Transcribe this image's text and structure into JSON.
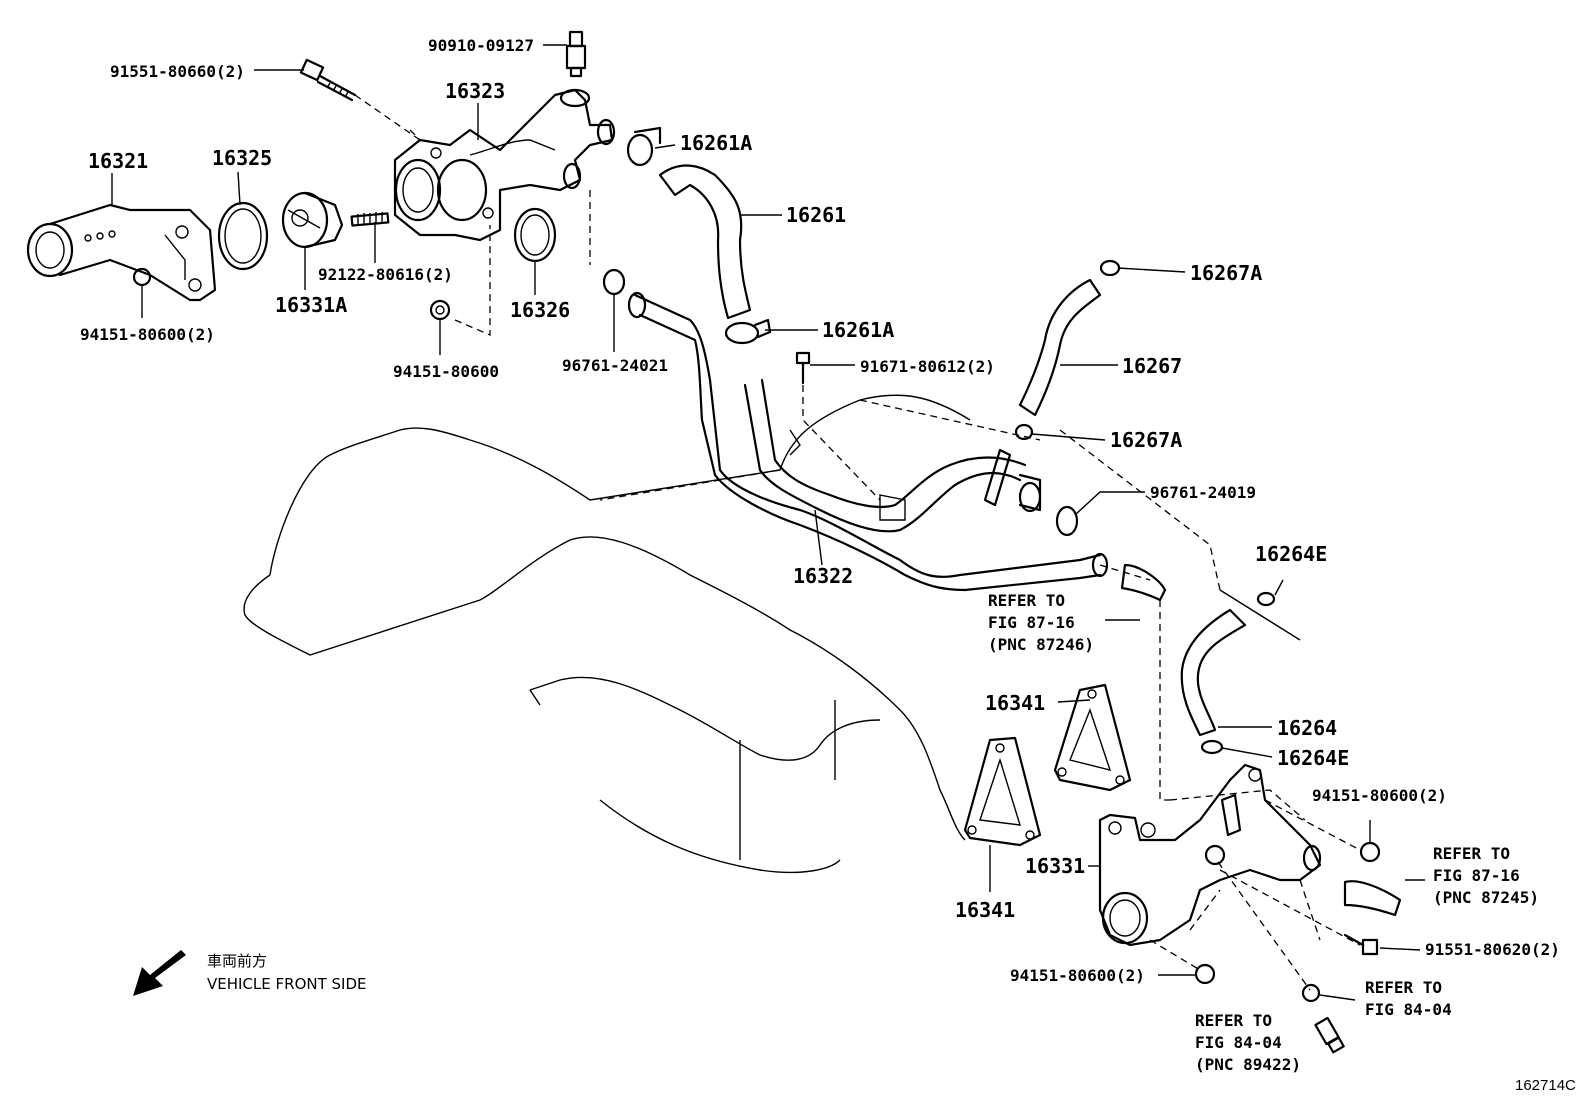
{
  "labels": {
    "p16321": "16321",
    "p16325": "16325",
    "p16323": "16323",
    "p16331A": "16331A",
    "p16326": "16326",
    "p16261A_top": "16261A",
    "p16261": "16261",
    "p16261A_mid": "16261A",
    "p16267A_top": "16267A",
    "p16267": "16267",
    "p16267A_bot": "16267A",
    "p16322": "16322",
    "p16264E_top": "16264E",
    "p16264": "16264",
    "p16264E_bot": "16264E",
    "p16341_top": "16341",
    "p16341_bot": "16341",
    "p16331": "16331",
    "b90910_09127": "90910-09127",
    "b91551_80660": "91551-80660(2)",
    "b94151_80600_2a": "94151-80600(2)",
    "b92122_80616": "92122-80616(2)",
    "b94151_80600": "94151-80600",
    "b96761_24021": "96761-24021",
    "b91671_80612": "91671-80612(2)",
    "b96761_24019": "96761-24019",
    "b94151_80600_2b": "94151-80600(2)",
    "b91551_80620": "91551-80620(2)",
    "b94151_80600_2c": "94151-80600(2)"
  },
  "refs": {
    "r1": [
      "REFER TO",
      "FIG 87-16",
      "(PNC 87246)"
    ],
    "r2": [
      "REFER TO",
      "FIG 87-16",
      "(PNC 87245)"
    ],
    "r3": [
      "REFER TO",
      "FIG 84-04"
    ],
    "r4": [
      "REFER TO",
      "FIG 84-04",
      "(PNC 89422)"
    ]
  },
  "front": {
    "jp": "車両前方",
    "en": "VEHICLE FRONT SIDE"
  },
  "figure_id": "162714C"
}
